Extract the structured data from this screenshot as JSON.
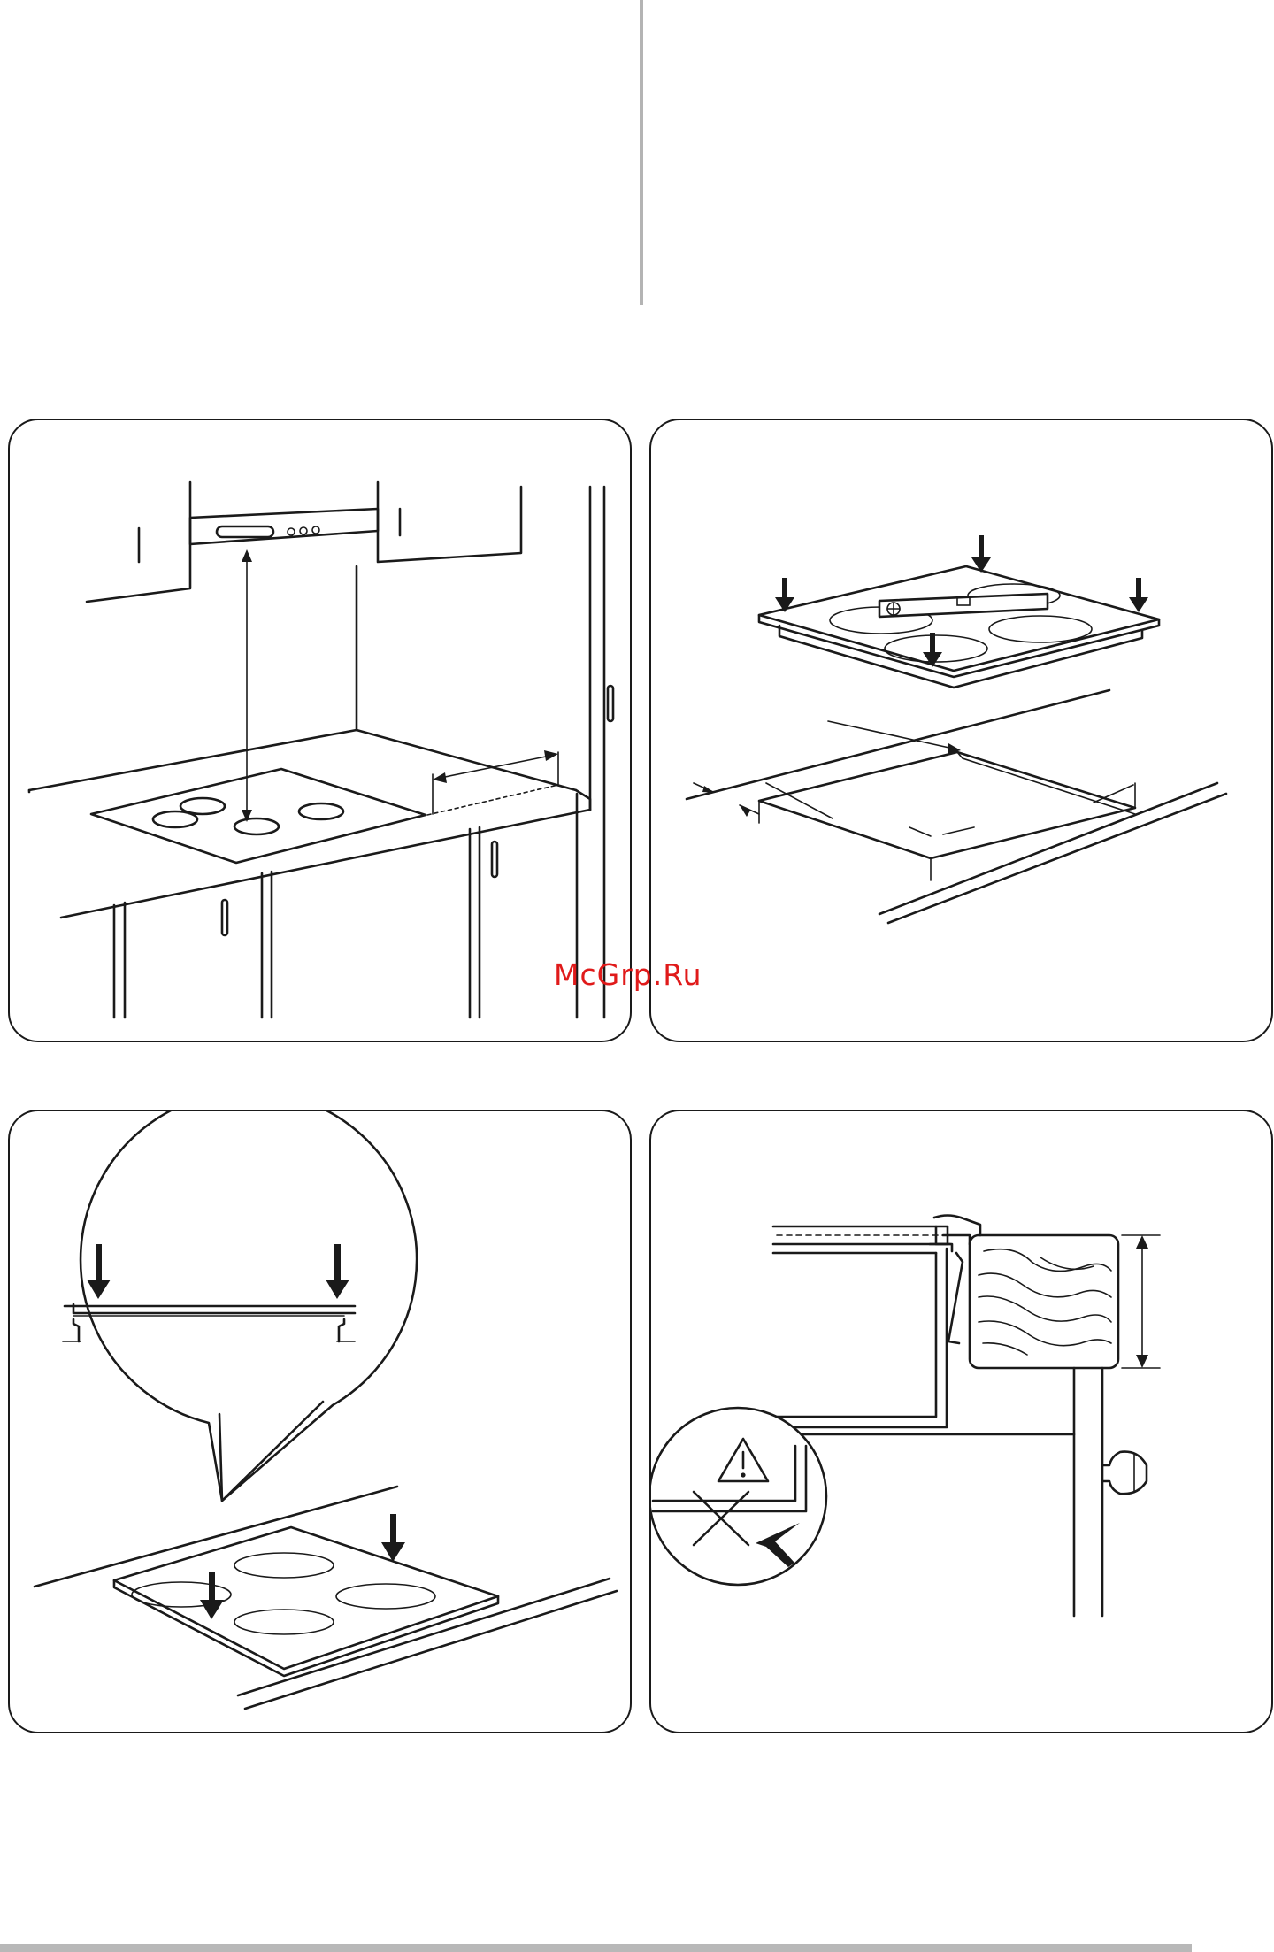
{
  "watermark": {
    "text": "McGrp.Ru",
    "color": "#e01a1a"
  },
  "figures": [
    {
      "id": "fig-1",
      "icon": "cooker-hood-clearance-illustration"
    },
    {
      "id": "fig-2",
      "icon": "hob-cutout-dimensions-illustration"
    },
    {
      "id": "fig-3",
      "icon": "hob-insertion-press-down-illustration"
    },
    {
      "id": "fig-4",
      "icon": "worktop-cross-section-warning-illustration"
    }
  ],
  "warning": {
    "icon": "warning-triangle-icon"
  }
}
